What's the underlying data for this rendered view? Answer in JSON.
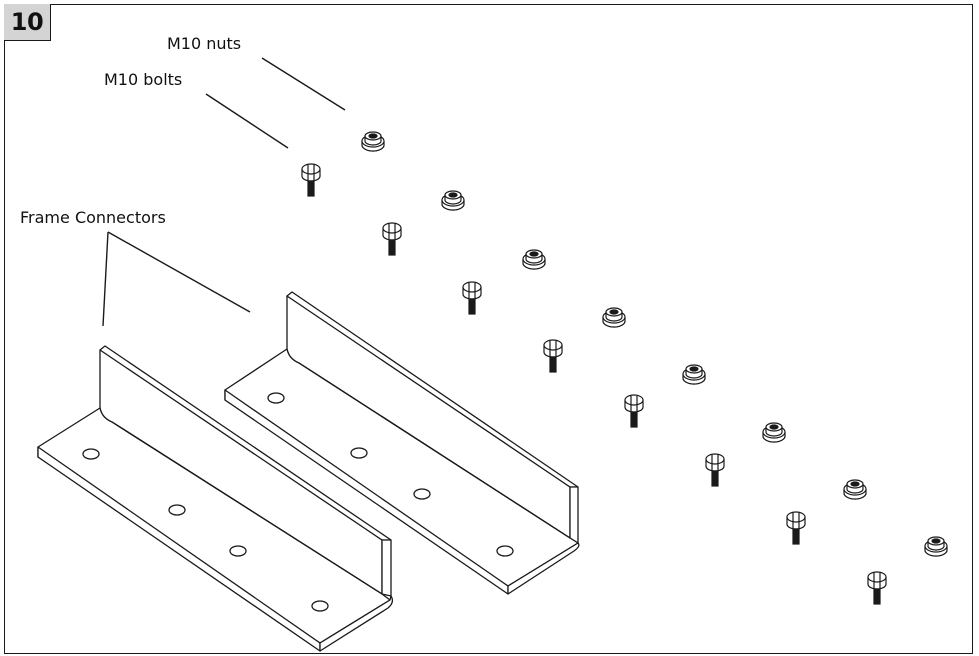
{
  "step": {
    "number": "10"
  },
  "labels": {
    "nuts": "M10 nuts",
    "bolts": "M10 bolts",
    "connectors": "Frame Connectors"
  },
  "parts": {
    "bolt_count": 8,
    "nut_count": 8,
    "bracket_count": 2
  },
  "colors": {
    "line": "#1a1a1a",
    "badge": "#d4d4d4",
    "background": "#ffffff"
  }
}
